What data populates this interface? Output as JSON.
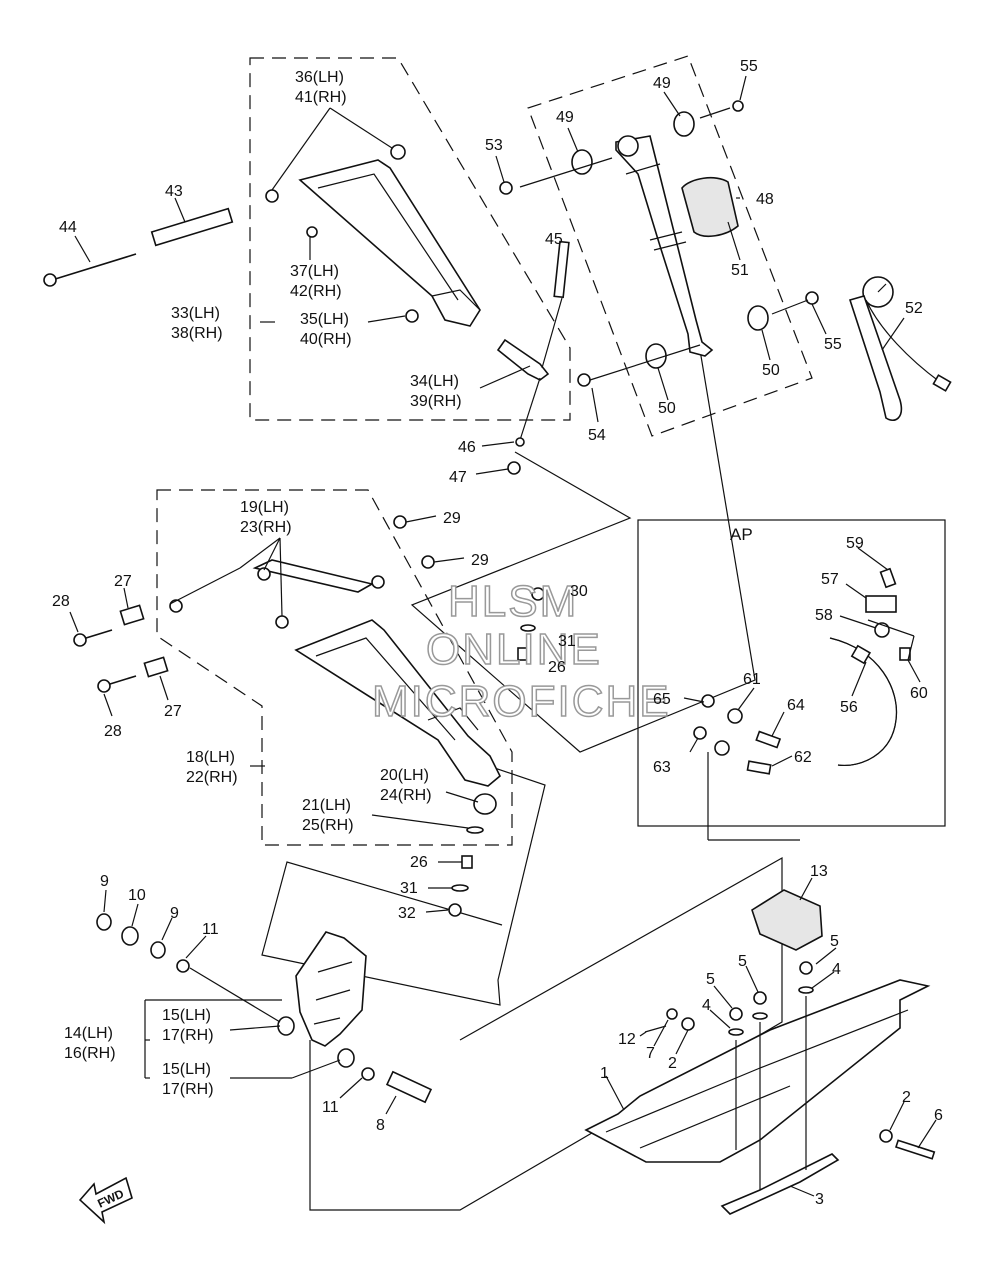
{
  "inset_label": "AP",
  "fwd_label": "FWD",
  "watermark": [
    "HLSM",
    "ONLINE",
    "MICROFICHE"
  ],
  "labels": {
    "l36": "36(LH)",
    "l41": "41(RH)",
    "l43": "43",
    "l44": "44",
    "l37": "37(LH)",
    "l42": "42(RH)",
    "l33": "33(LH)",
    "l38": "38(RH)",
    "l35": "35(LH)",
    "l40": "40(RH)",
    "l34": "34(LH)",
    "l39": "39(RH)",
    "l45": "45",
    "l46": "46",
    "l47": "47",
    "l53": "53",
    "l49a": "49",
    "l49b": "49",
    "l55a": "55",
    "l48": "48",
    "l51": "51",
    "l52": "52",
    "l55b": "55",
    "l50a": "50",
    "l50b": "50",
    "l54": "54",
    "l19": "19(LH)",
    "l23": "23(RH)",
    "l29a": "29",
    "l29b": "29",
    "l27a": "27",
    "l28a": "28",
    "l27b": "27",
    "l28b": "28",
    "l30": "30",
    "l31a": "31",
    "l26a": "26",
    "l18": "18(LH)",
    "l22": "22(RH)",
    "l20": "20(LH)",
    "l24": "24(RH)",
    "l21": "21(LH)",
    "l25": "25(RH)",
    "l26b": "26",
    "l31b": "31",
    "l32": "32",
    "l59": "59",
    "l57": "57",
    "l58": "58",
    "l56": "56",
    "l60": "60",
    "l65": "65",
    "l61": "61",
    "l64": "64",
    "l63": "63",
    "l62": "62",
    "l9a": "9",
    "l10": "10",
    "l9b": "9",
    "l11a": "11",
    "l14": "14(LH)",
    "l16": "16(RH)",
    "l15a": "15(LH)",
    "l17a": "17(RH)",
    "l15b": "15(LH)",
    "l17b": "17(RH)",
    "l11b": "11",
    "l8": "8",
    "l13": "13",
    "l5a": "5",
    "l4a": "4",
    "l5b": "5",
    "l5c": "5",
    "l4b": "4",
    "l12": "12",
    "l7": "7",
    "l2a": "2",
    "l1": "1",
    "l2b": "2",
    "l6": "6",
    "l3": "3"
  }
}
